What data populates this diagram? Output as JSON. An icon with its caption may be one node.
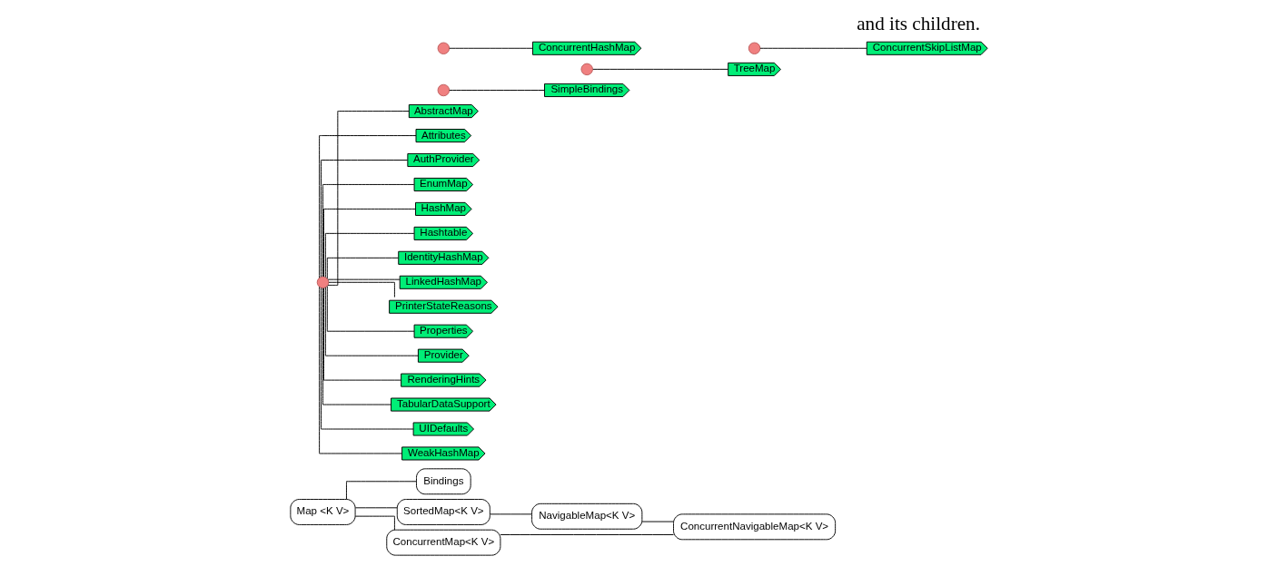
{
  "diagram": {
    "caption": "and its children.",
    "nodes": [
      {
        "text": [
          "Map <K V>"
        ]
      },
      {
        "text": [],
        "shape": "circle"
      },
      {
        "text": [
          "AbstractMap"
        ]
      },
      {
        "text": [
          "Attributes"
        ]
      },
      {
        "text": [
          "AuthProvider"
        ]
      },
      {
        "text": [
          "EnumMap"
        ]
      },
      {
        "text": [
          "HashMap"
        ]
      },
      {
        "text": [
          "Hashtable"
        ]
      },
      {
        "text": [
          "IdentityHashMap"
        ]
      },
      {
        "text": [
          "LinkedHashMap"
        ]
      },
      {
        "text": [
          "PrinterStateReasons"
        ]
      },
      {
        "text": [
          "Properties"
        ]
      },
      {
        "text": [
          "Provider"
        ]
      },
      {
        "text": [
          "RenderingHints"
        ]
      },
      {
        "text": [
          "TabularDataSupport"
        ]
      },
      {
        "text": [
          "UIDefaults"
        ]
      },
      {
        "text": [
          "WeakHashMap"
        ]
      },
      {
        "text": [
          "Bindings"
        ]
      },
      {
        "text": [],
        "shape": "circle"
      },
      {
        "text": [
          "SimpleBindings"
        ]
      },
      {
        "text": [
          "SortedMap<K V>"
        ]
      },
      {
        "text": [
          "NavigableMap<K V>"
        ]
      },
      {
        "text": [],
        "shape": "circle"
      },
      {
        "text": [
          "TreeMap"
        ]
      },
      {
        "text": [
          "ConcurrentNavigableMap<K V>"
        ]
      },
      {
        "text": [],
        "shape": "circle"
      },
      {
        "text": [
          "ConcurrentSkipListMap"
        ]
      },
      {
        "text": [
          "ConcurrentMap<K V>"
        ]
      },
      {
        "text": [],
        "shape": "circle"
      },
      {
        "text": [
          "ConcurrentHashMap"
        ]
      }
    ],
    "edges": [
      {
        "from": 0,
        "to": 17,
        "arrow": "none"
      },
      {
        "from": 0,
        "to": 20,
        "arrow": "none"
      },
      {
        "from": 0,
        "to": 27,
        "arrow": "none"
      },
      {
        "from": 1,
        "to": 2,
        "arrow": "none"
      },
      {
        "from": 1,
        "to": 3,
        "arrow": "none"
      },
      {
        "from": 1,
        "to": 4,
        "arrow": "none"
      },
      {
        "from": 1,
        "to": 5,
        "arrow": "none"
      },
      {
        "from": 1,
        "to": 6,
        "arrow": "none"
      },
      {
        "from": 1,
        "to": 7,
        "arrow": "none"
      },
      {
        "from": 1,
        "to": 8,
        "arrow": "none"
      },
      {
        "from": 1,
        "to": 9,
        "arrow": "none"
      },
      {
        "from": 1,
        "to": 10,
        "arrow": "none"
      },
      {
        "from": 1,
        "to": 11,
        "arrow": "none"
      },
      {
        "from": 1,
        "to": 12,
        "arrow": "none"
      },
      {
        "from": 1,
        "to": 13,
        "arrow": "none"
      },
      {
        "from": 1,
        "to": 14,
        "arrow": "none"
      },
      {
        "from": 1,
        "to": 15,
        "arrow": "none"
      },
      {
        "from": 1,
        "to": 16,
        "arrow": "none"
      },
      {
        "from": 18,
        "to": 19,
        "arrow": "none"
      },
      {
        "from": 20,
        "to": 21,
        "arrow": "none"
      },
      {
        "from": 22,
        "to": 23,
        "arrow": "none"
      },
      {
        "from": 21,
        "to": 24,
        "arrow": "none"
      },
      {
        "from": 27,
        "to": 24,
        "arrow": "none"
      },
      {
        "from": 25,
        "to": 26,
        "arrow": "none"
      },
      {
        "from": 28,
        "to": 29,
        "arrow": "none"
      }
    ]
  }
}
